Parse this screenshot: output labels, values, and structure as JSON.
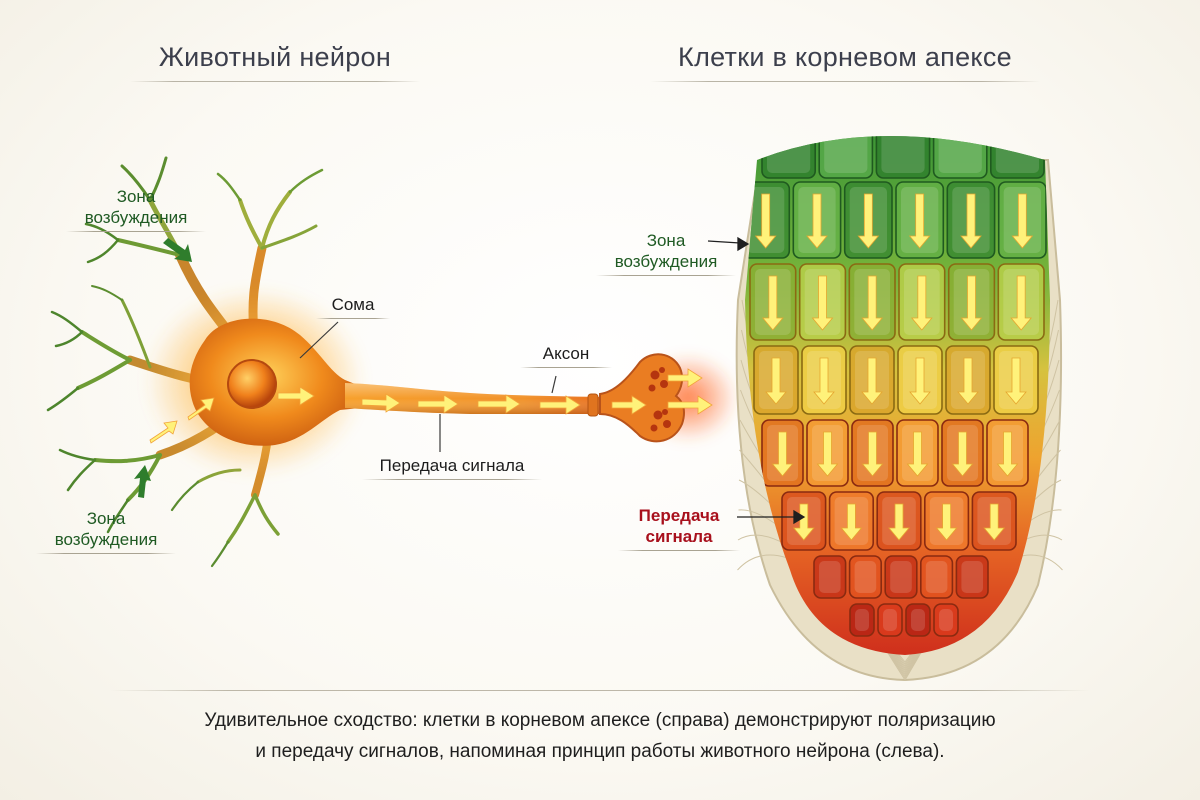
{
  "headings": {
    "left": "Животный нейрон",
    "right": "Клетки в корневом апексе"
  },
  "neuron": {
    "excitation_zone_top": [
      "Зона",
      "возбуждения"
    ],
    "excitation_zone_bottom": [
      "Зона",
      "возбуждения"
    ],
    "soma": "Сома",
    "axon": "Аксон",
    "signal": "Передача сигнала"
  },
  "root": {
    "excitation_zone": [
      "Зона",
      "возбуждения"
    ],
    "signal": [
      "Передача",
      "сигнала"
    ]
  },
  "caption": {
    "line1": "Удивительное сходство: клетки в корневом апексе (справа) демонстрируют поляризацию",
    "line2": "и передачу сигналов, напоминая принцип работы животного нейрона (слева)."
  },
  "colors": {
    "label_green": "#1f5a23",
    "label_red": "#a8101c",
    "signal_arrow": "#fff27a",
    "root_top": "#3f9a3a",
    "root_bottom": "#d8331d"
  }
}
